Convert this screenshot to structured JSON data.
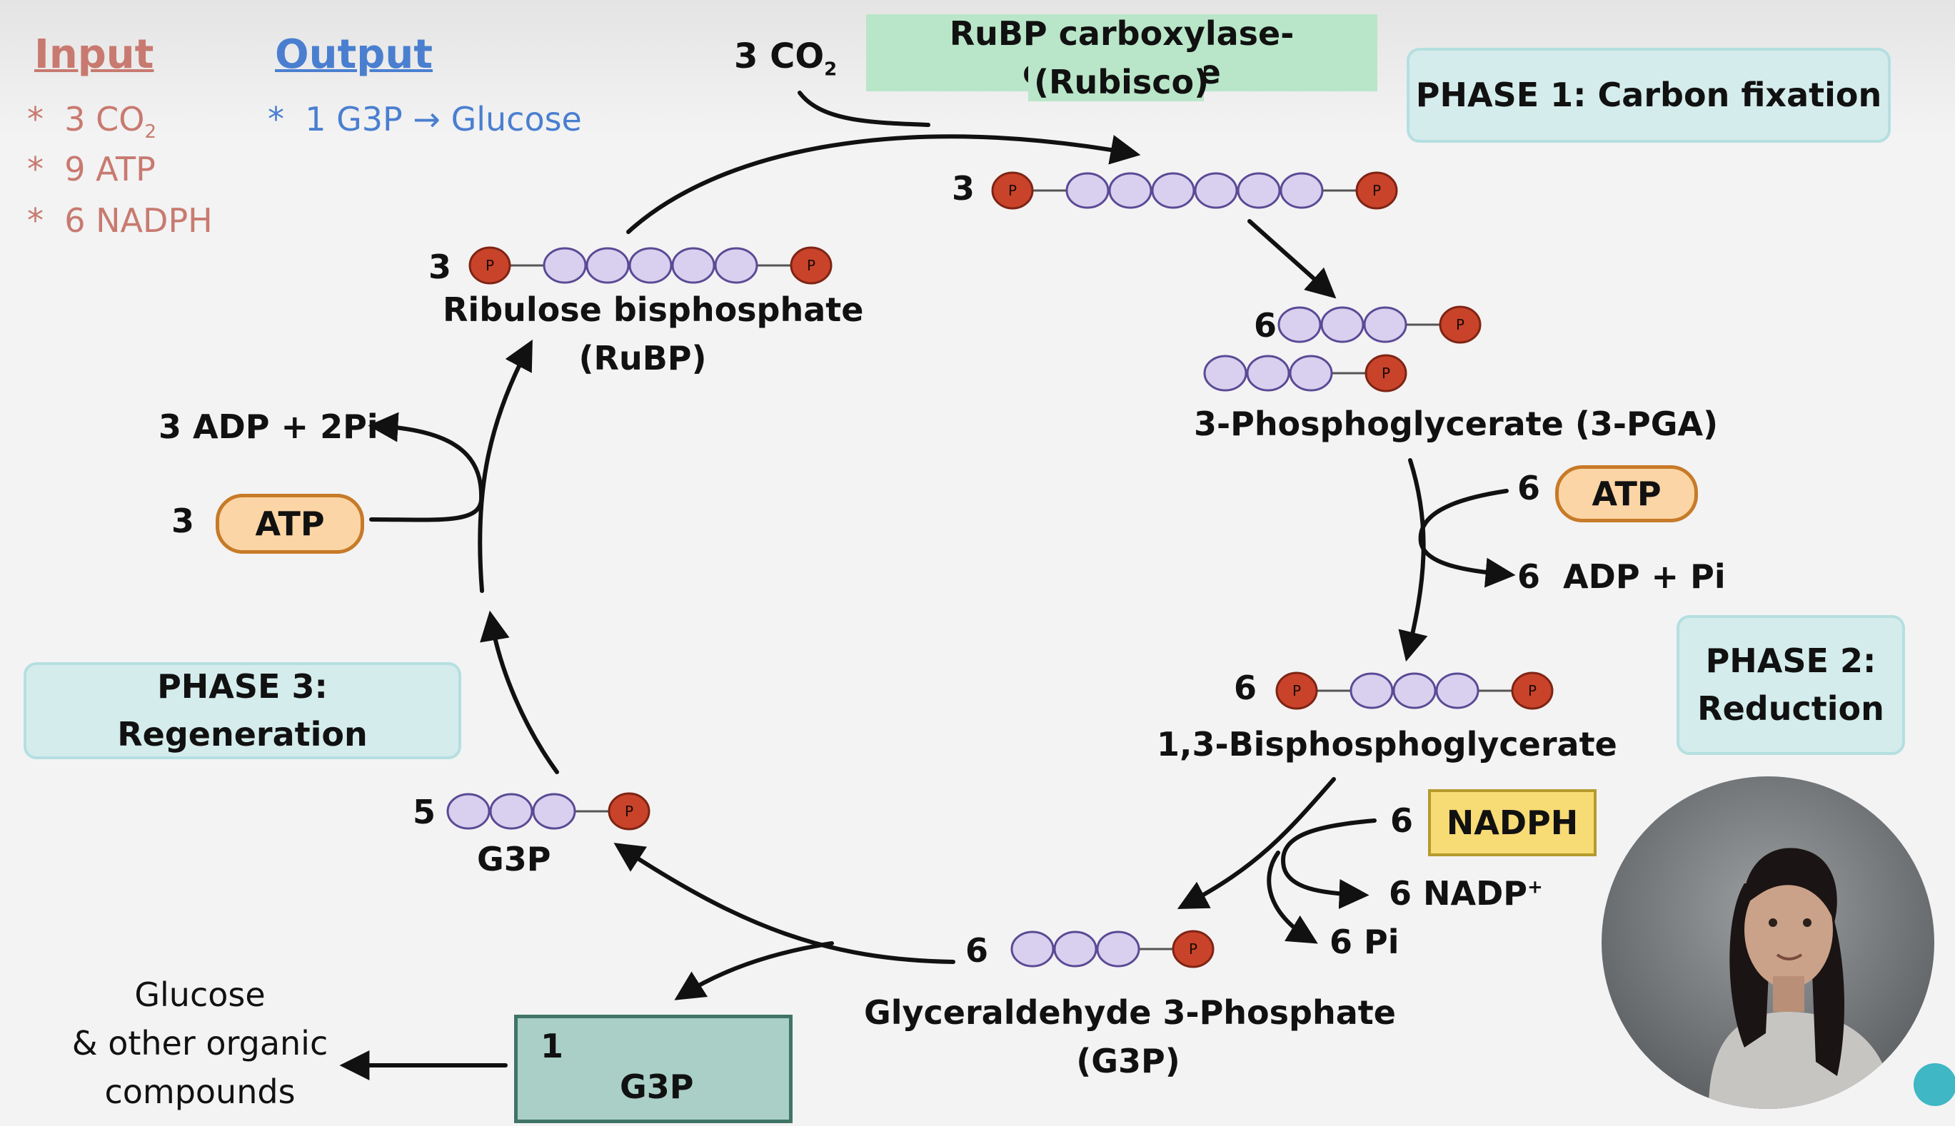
{
  "legend": {
    "input_title": "Input",
    "input_items": [
      "3 CO",
      "9 ATP",
      "6 NADPH"
    ],
    "input_sub": "2",
    "output_title": "Output",
    "output_item": "1 G3P → Glucose",
    "bullet": "*",
    "input_color": "#c87a70",
    "output_color": "#4a7fd0"
  },
  "co2": {
    "label": "3 CO",
    "sub": "2"
  },
  "enzyme": {
    "line1": "RuBP carboxylase-oxygenase",
    "line2": "(Rubisco)"
  },
  "phases": {
    "phase1": "PHASE 1: Carbon fixation",
    "phase2_line1": "PHASE 2:",
    "phase2_line2": "Reduction",
    "phase3": "PHASE 3: Regeneration"
  },
  "molecules": {
    "rubisco_product_count": "3",
    "rubp_count": "3",
    "rubp_label1": "Ribulose bisphosphate",
    "rubp_label2": "(RuBP)",
    "pga_count": "6",
    "pga_label": "3-Phosphoglycerate (3-PGA)",
    "bpg_count": "6",
    "bpg_label": "1,3-Bisphosphoglycerate",
    "g3p6_count": "6",
    "g3p6_label1": "Glyceraldehyde 3-Phosphate",
    "g3p6_label2": "(G3P)",
    "g3p5_count": "5",
    "g3p5_label": "G3P",
    "g3p1_count": "1",
    "g3p1_label": "G3P",
    "phosphate_letter": "P"
  },
  "cofactors": {
    "atp_in_count": "6",
    "atp_in_label": "ATP",
    "adp_out": "6  ADP + Pi",
    "nadph_count": "6",
    "nadph_label": "NADPH",
    "nadp_out": "6 NADP",
    "nadp_sup": "+",
    "pi_out": "6 Pi",
    "regen_atp_count": "3",
    "regen_atp_label": "ATP",
    "regen_adp_out": "3 ADP + 2Pi"
  },
  "glucose": {
    "line1": "Glucose",
    "line2": "& other organic",
    "line3": "compounds"
  },
  "colors": {
    "carbon_fill": "#d8d0ee",
    "carbon_stroke": "#5a4a95",
    "phosphate_fill": "#c9432a",
    "phosphate_stroke": "#7e2414",
    "phase_fill": "#d5ecec",
    "atp_fill": "#fbd5a5",
    "nadph_fill": "#f7db74",
    "enzyme_highlight": "#b9e6c8",
    "g3p_box_fill": "#a9cfc6"
  },
  "presenter_photo": "presenter-photo"
}
